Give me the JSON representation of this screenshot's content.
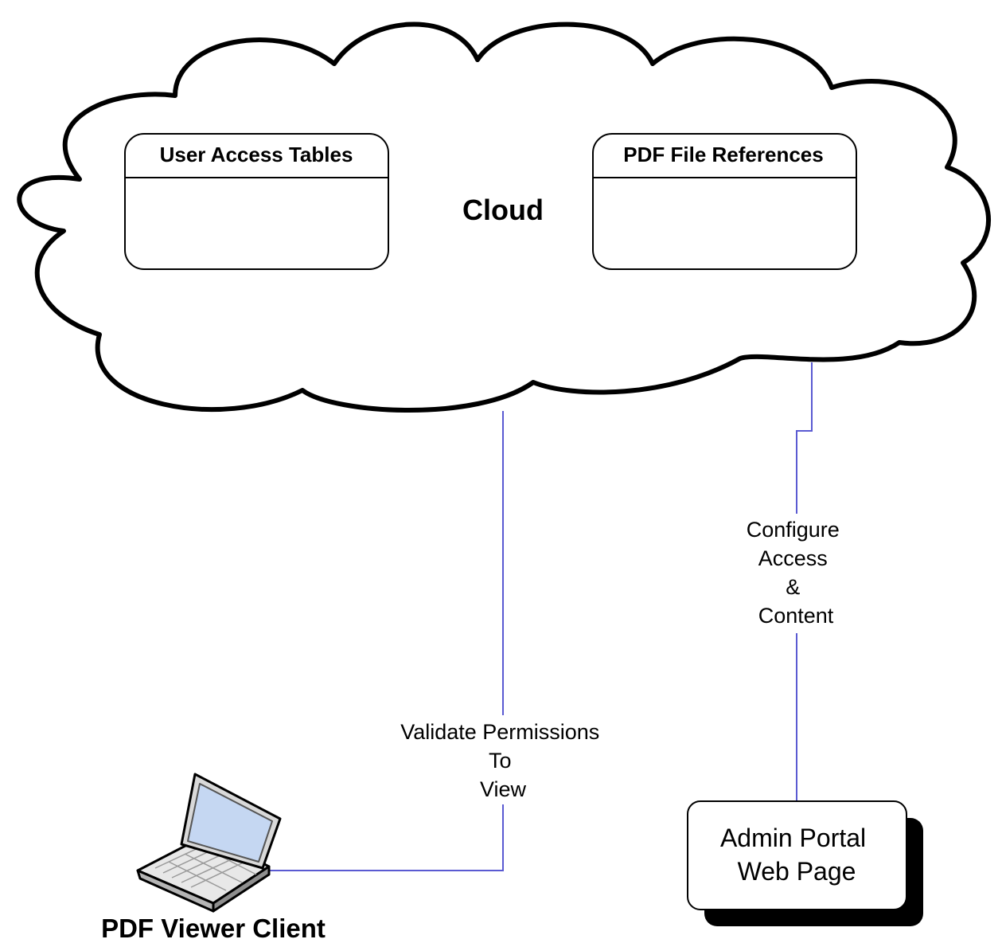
{
  "cloud": {
    "label": "Cloud",
    "tables": [
      {
        "title": "User Access Tables"
      },
      {
        "title": "PDF File References"
      }
    ]
  },
  "connectors": {
    "viewer_link": {
      "label_lines": [
        "Validate Permissions",
        "To",
        "View"
      ]
    },
    "admin_link": {
      "label_lines": [
        "Configure",
        "Access",
        "&",
        "Content"
      ]
    }
  },
  "nodes": {
    "viewer_client": {
      "label": "PDF Viewer Client"
    },
    "admin_portal": {
      "label_lines": [
        "Admin Portal",
        "Web Page"
      ]
    }
  },
  "colors": {
    "connector": "#5a5ad2",
    "outline": "#000000",
    "screen": "#c5d7f2",
    "laptop_body": "#e8e8e8"
  }
}
